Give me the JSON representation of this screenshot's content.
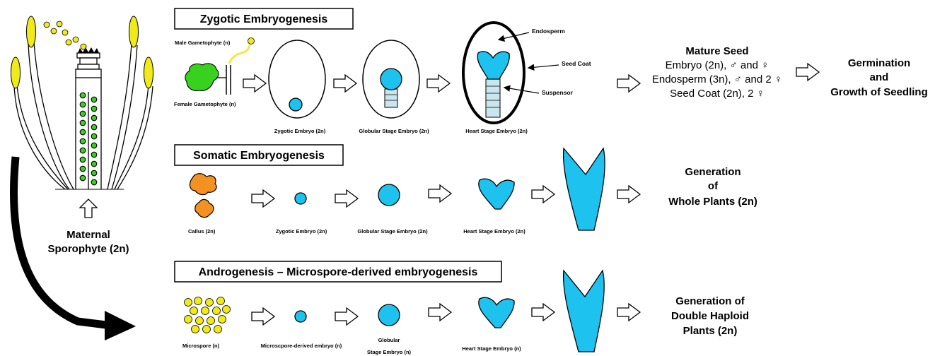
{
  "maternal": {
    "line1": "Maternal",
    "line2": "Sporophyte (2n)"
  },
  "zygotic": {
    "title": "Zygotic Embryogenesis",
    "male_label": "Male Gametophyte (n)",
    "female_label": "Female Gametophyte (n)",
    "zygotic_embryo": "Zygotic Embryo (2n)",
    "globular": "Globular Stage  Embryo (2n)",
    "heart": "Heart Stage Embryo (2n)",
    "endosperm": "Endosperm",
    "seed_coat": "Seed Coat",
    "suspensor": "Suspensor",
    "mature_title": "Mature Seed",
    "mature_line1": "Embryo (2n), ♂ and ♀",
    "mature_line2": "Endosperm (3n), ♂ and 2 ♀",
    "mature_line3": "Seed Coat (2n), 2 ♀",
    "germ_line1": "Germination",
    "germ_line2": "and",
    "germ_line3": "Growth of Seedling"
  },
  "somatic": {
    "title": "Somatic Embryogenesis",
    "callus": "Callus (2n)",
    "zygotic_embryo": "Zygotic Embryo (2n)",
    "globular": "Globular Stage  Embryo (2n)",
    "heart": "Heart Stage Embryo (2n)",
    "gen_line1": "Generation",
    "gen_line2": "of",
    "gen_line3": "Whole Plants (2n)"
  },
  "androgenesis": {
    "title": "Androgenesis – Microspore-derived embryogenesis",
    "microspore": "Microspore (n)",
    "microspore_embryo": "Microscpore-derived embryo (n)",
    "globular_line1": "Globular",
    "globular_line2": "Stage  Embryo (n)",
    "heart": "Heart Stage Embryo (n)",
    "gen_line1": "Generation of",
    "gen_line2": "Double Haploid",
    "gen_line3": "Plants (2n)"
  },
  "colors": {
    "embryo": "#1ec2ef",
    "callus": "#f39222",
    "pollen": "#f1ea19",
    "gametophyte": "#38d11d"
  }
}
